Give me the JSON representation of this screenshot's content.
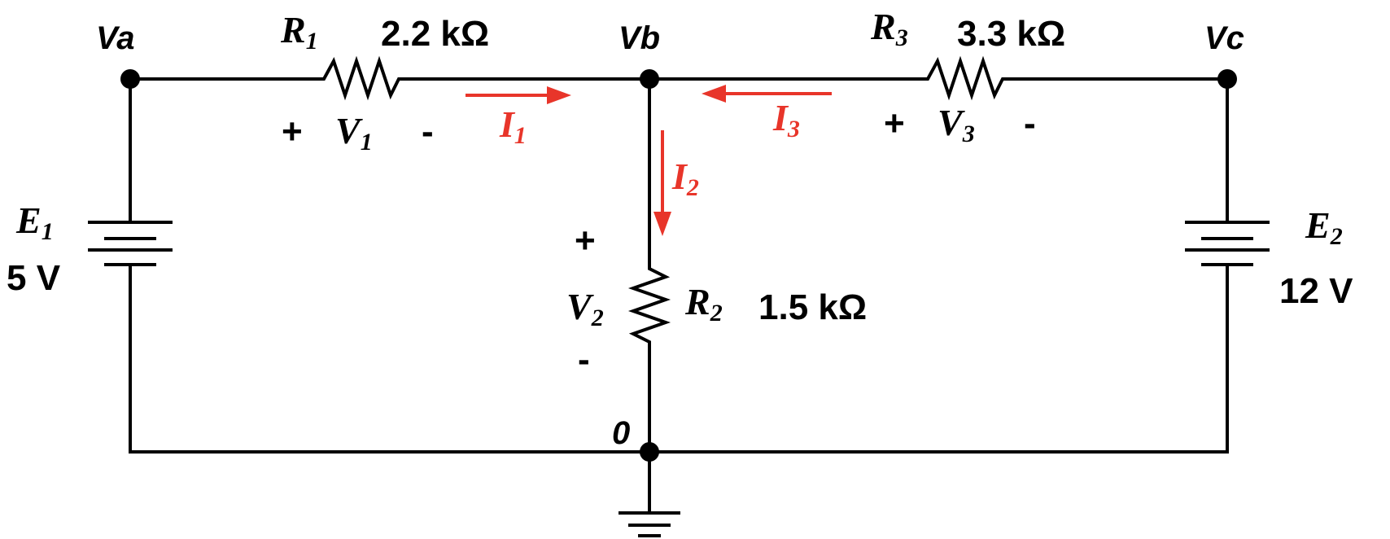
{
  "nodes": {
    "va": "Va",
    "vb": "Vb",
    "vc": "Vc",
    "ground": "0"
  },
  "resistors": {
    "r1": {
      "symbol": "R",
      "sub": "1",
      "value": "2.2 kΩ"
    },
    "r2": {
      "symbol": "R",
      "sub": "2",
      "value": "1.5 kΩ"
    },
    "r3": {
      "symbol": "R",
      "sub": "3",
      "value": "3.3 kΩ"
    }
  },
  "sources": {
    "e1": {
      "symbol": "E",
      "sub": "1",
      "value": "5 V"
    },
    "e2": {
      "symbol": "E",
      "sub": "2",
      "value": "12 V"
    }
  },
  "voltages": {
    "v1": {
      "symbol": "V",
      "sub": "1",
      "plus": "+",
      "minus": "-"
    },
    "v2": {
      "symbol": "V",
      "sub": "2",
      "plus": "+",
      "minus": "-"
    },
    "v3": {
      "symbol": "V",
      "sub": "3",
      "plus": "+",
      "minus": "-"
    }
  },
  "currents": {
    "i1": {
      "symbol": "I",
      "sub": "1"
    },
    "i2": {
      "symbol": "I",
      "sub": "2"
    },
    "i3": {
      "symbol": "I",
      "sub": "3"
    }
  },
  "colors": {
    "wire": "#000000",
    "current": "#e8352a"
  }
}
